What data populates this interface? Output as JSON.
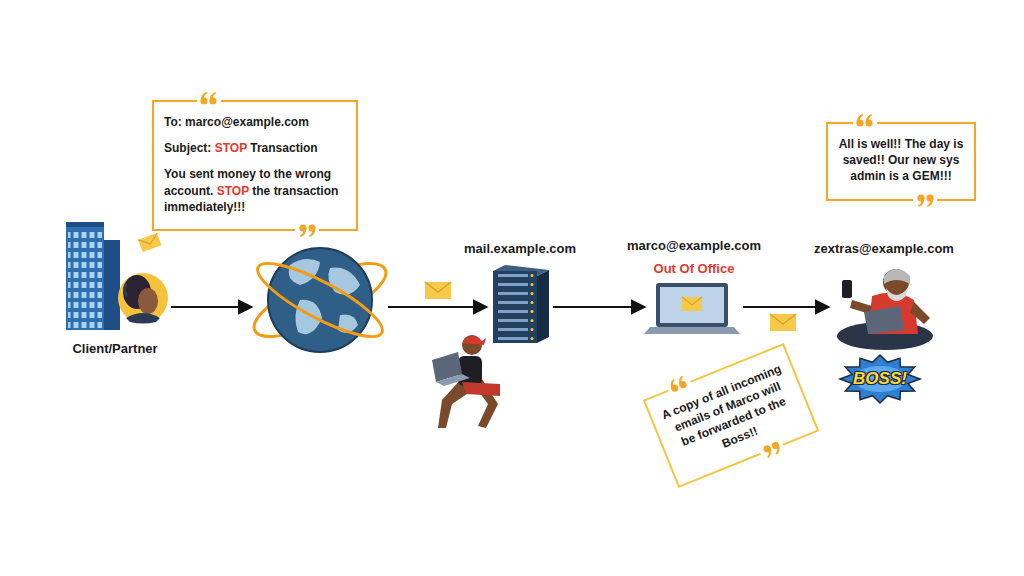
{
  "diagram": {
    "nodes": [
      {
        "text": [
          "Client/Partner"
        ]
      },
      {
        "text": [
          "To: marco@example.com",
          "Subject: STOP Transaction",
          "You sent money to the wrong account. STOP the transaction immediately!!!"
        ]
      },
      {
        "text": []
      },
      {
        "text": [
          "mail.example.com"
        ]
      },
      {
        "text": [
          "marco@example.com",
          "Out Of Office"
        ]
      },
      {
        "text": [
          "A copy of all incoming emails of Marco will be forwarded to the Boss!!"
        ]
      },
      {
        "text": [
          "zextras@example.com"
        ]
      },
      {
        "text": [
          "All is well!! The day is saved!! Our new sys admin is a GEM!!!"
        ]
      }
    ],
    "edges": [
      {
        "from": 0,
        "to": 2,
        "arrow": "to"
      },
      {
        "from": 2,
        "to": 3,
        "arrow": "to"
      },
      {
        "from": 3,
        "to": 4,
        "arrow": "to"
      },
      {
        "from": 4,
        "to": 6,
        "arrow": "to"
      }
    ],
    "labels": [
      "BOSS!"
    ]
  }
}
